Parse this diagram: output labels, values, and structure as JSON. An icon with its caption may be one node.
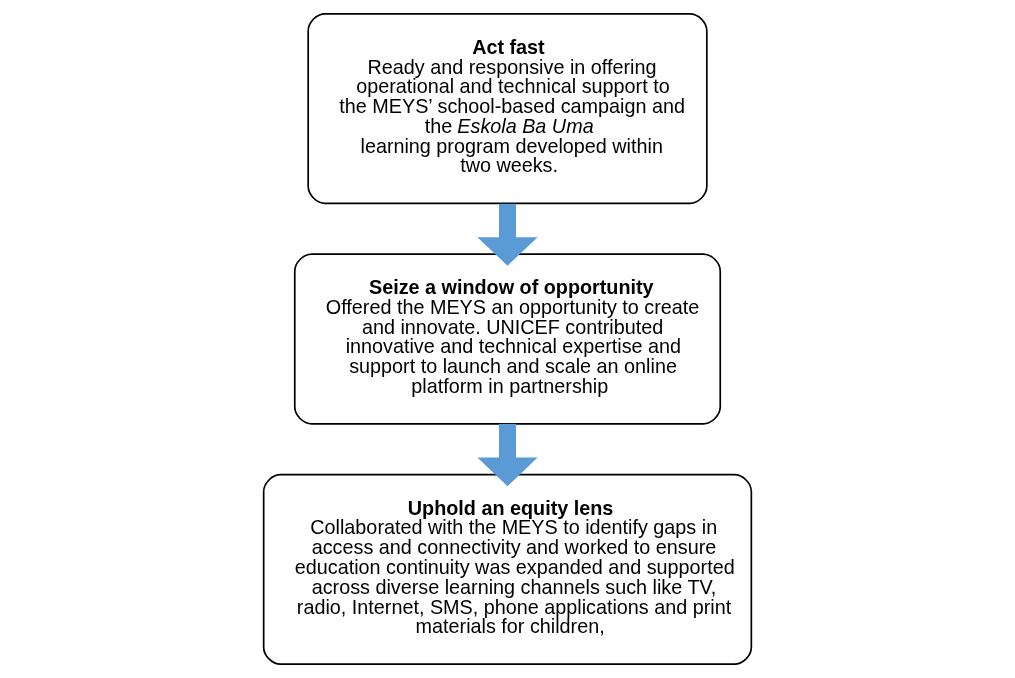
{
  "diagram": {
    "nodes": [
      {
        "text": [
          "Act fast",
          "Ready and responsive in offering operational and technical support to the MEYS’ school-based campaign and the *Eskola Ba Uma* learning program developed within two weeks."
        ]
      },
      {
        "text": [
          "Seize a window of opportunity",
          "Offered the MEYS an opportunity to create and innovate. UNICEF contributed innovative and technical expertise and support to launch and scale an online platform in partnership"
        ]
      },
      {
        "text": [
          "Uphold an equity lens",
          "Collaborated with the MEYS to identify gaps in access and connectivity and worked to ensure education continuity was expanded and supported across diverse learning channels such like TV, radio, Internet, SMS, phone applications and print materials for children,"
        ]
      }
    ],
    "edges": [
      {
        "from": 0,
        "to": 1,
        "arrow": "to"
      },
      {
        "from": 1,
        "to": 2,
        "arrow": "to"
      }
    ]
  }
}
